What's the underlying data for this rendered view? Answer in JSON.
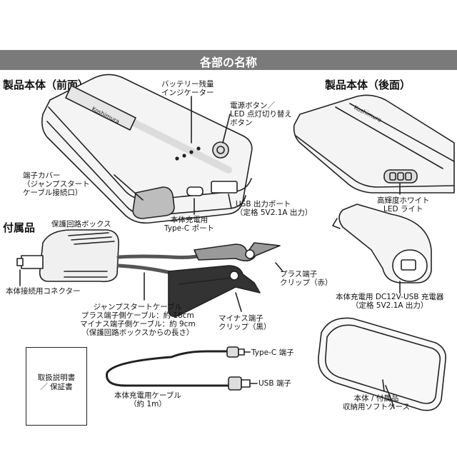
{
  "header": {
    "title": "各部の名称"
  },
  "sections": {
    "front": "製品本体（前面）",
    "back": "製品本体（後面）",
    "accessories": "付属品"
  },
  "device_brand": "Koshimura",
  "labels": {
    "battery_indicator": "バッテリー残量\nインジケーター",
    "power_button": "電源ボタン／\nLED 点灯切り替え\nボタン",
    "port_cover": "端子カバー\n（ジャンプスタート\nケーブル接続口）",
    "type_c_port": "本体充電用\nType-C ポート",
    "usb_out": "USB 出力ポート\n（定格 5V2.1A 出力）",
    "led_light": "高輝度ホワイト\nLED ライト",
    "protection_box": "保護回路ボックス",
    "connector": "本体接続用コネクター",
    "plus_clip": "プラス端子\nクリップ（赤）",
    "minus_clip": "マイナス端子\nクリップ（黒）",
    "jump_cable": "ジャンプスタートケーブル\nプラス端子側ケーブル：約 18cm\nマイナス端子側ケーブル：約 9cm\n（保護回路ボックスからの長さ）",
    "car_charger": "本体充電用 DC12V-USB 充電器\n（定格 5V2.1A 出力）",
    "manual": "取扱説明書\n／ 保証書",
    "type_c_end": "Type-C 端子",
    "usb_end": "USB 端子",
    "charge_cable": "本体充電用ケーブル\n（約 1m）",
    "soft_case": "本体 / 付属品\n収納用ソフトケース"
  }
}
